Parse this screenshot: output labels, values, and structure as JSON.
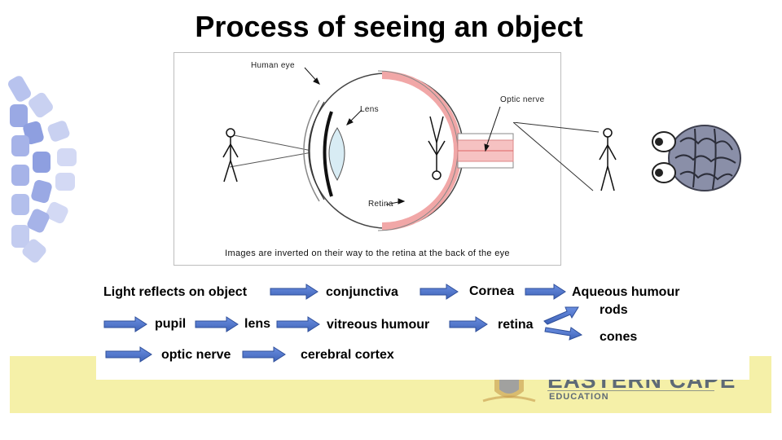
{
  "title": "Process of seeing an object",
  "diagram": {
    "labels": {
      "human_eye": "Human eye",
      "lens": "Lens",
      "optic_nerve": "Optic nerve",
      "retina": "Retina"
    },
    "caption": "Images are inverted on their way to the retina at the back of the eye"
  },
  "process": {
    "light_reflects": "Light reflects on object",
    "conjunctiva": "conjunctiva",
    "cornea": "Cornea",
    "aqueous_humour": "Aqueous humour",
    "rods": "rods",
    "pupil": "pupil",
    "lens": "lens",
    "vitreous_humour": "vitreous humour",
    "retina": "retina",
    "cones": "cones",
    "optic_nerve": "optic nerve",
    "cerebral_cortex": "cerebral cortex"
  },
  "footer": {
    "logo_text": "EASTERN CAPE",
    "logo_sub": "EDUCATION"
  },
  "colors": {
    "arrow_fill": "#4a6fc4",
    "arrow_stroke": "#2f4f9a",
    "footer_band": "#f5f0a8",
    "retina": "#f1a7a7",
    "deco": "#a9b6e8"
  }
}
